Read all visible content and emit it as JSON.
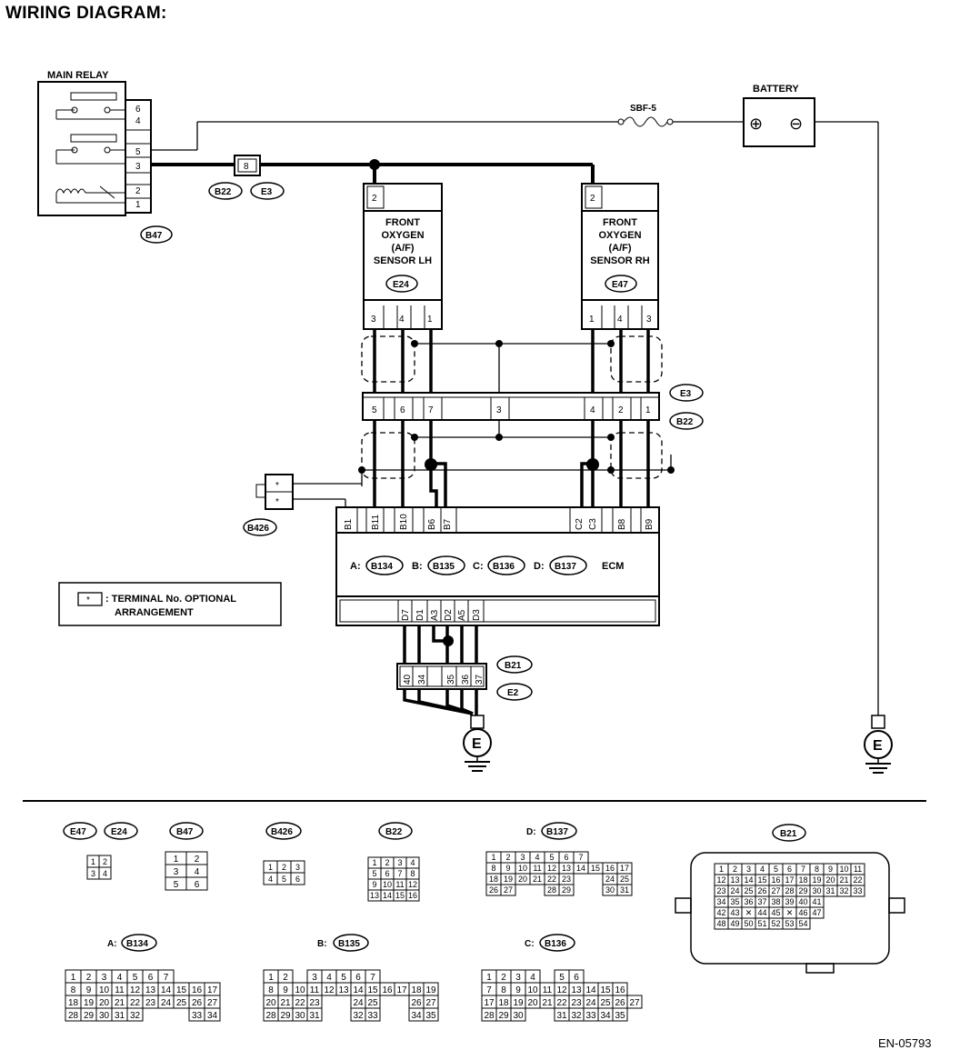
{
  "title": "WIRING DIAGRAM:",
  "footer_code": "EN-05793",
  "labels": {
    "main_relay": "MAIN RELAY",
    "battery": "BATTERY",
    "fuse": "SBF-5",
    "fuse_no": "8",
    "sensor_lh": [
      "FRONT",
      "OXYGEN",
      "(A/F)",
      "SENSOR LH"
    ],
    "sensor_rh": [
      "FRONT",
      "OXYGEN",
      "(A/F)",
      "SENSOR RH"
    ],
    "ecm": "ECM",
    "ground": "E",
    "plus": "⊕",
    "minus": "⊖",
    "note_symbol": "*",
    "note_line1": ": TERMINAL No. OPTIONAL",
    "note_line2": "ARRANGEMENT",
    "ecm_conn_prefixes": [
      "A:",
      "B:",
      "C:",
      "D:"
    ]
  },
  "connectors": {
    "B47": "B47",
    "B22": "B22",
    "E3": "E3",
    "E24": "E24",
    "E47": "E47",
    "B426": "B426",
    "B134": "B134",
    "B135": "B135",
    "B136": "B136",
    "B137": "B137",
    "B21": "B21",
    "E2": "E2"
  },
  "relay_pins": [
    "6",
    "4",
    "5",
    "3",
    "2",
    "1"
  ],
  "sensor_lh_pins": {
    "top": "2",
    "bottom": [
      "3",
      "4",
      "1"
    ]
  },
  "sensor_rh_pins": {
    "top": "2",
    "bottom": [
      "1",
      "4",
      "3"
    ]
  },
  "e3_pins": [
    "5",
    "6",
    "7",
    "3",
    "4",
    "2",
    "1"
  ],
  "ecm_top_pins": [
    "B1",
    "B11",
    "B10",
    "B6",
    "B7",
    "C2",
    "C3",
    "B8",
    "B9"
  ],
  "ecm_bottom_pins": [
    "D7",
    "D1",
    "A3",
    "D2",
    "A5",
    "D3"
  ],
  "b21_pins": [
    "40",
    "34",
    "35",
    "36",
    "37"
  ],
  "b426_pins": [
    "*",
    "*"
  ],
  "legend": {
    "sensor_face": [
      [
        "1",
        "2"
      ],
      [
        "3",
        "4"
      ]
    ],
    "b47_face": [
      [
        "1",
        "2"
      ],
      [
        "3",
        "4"
      ],
      [
        "5",
        "6"
      ]
    ],
    "b426_face": [
      [
        "1",
        "2",
        "3"
      ],
      [
        "4",
        "5",
        "6"
      ]
    ],
    "b22_face": [
      [
        "1",
        "2",
        "3",
        "4"
      ],
      [
        "5",
        "6",
        "7",
        "8"
      ],
      [
        "9",
        "10",
        "11",
        "12"
      ],
      [
        "13",
        "14",
        "15",
        "16"
      ]
    ],
    "b137_face": [
      [
        "1",
        "2",
        "3",
        "4",
        "5",
        "6",
        "7"
      ],
      [
        "8",
        "9",
        "10",
        "11",
        "12",
        "13",
        "14",
        "15",
        "16",
        "17"
      ],
      [
        "18",
        "19",
        "20",
        "21",
        "22",
        "23",
        "",
        "",
        "24",
        "25"
      ],
      [
        "26",
        "27",
        "",
        "",
        "28",
        "29",
        "",
        "",
        "30",
        "31"
      ]
    ],
    "b21_face": [
      [
        "1",
        "2",
        "3",
        "4",
        "5",
        "6",
        "7",
        "8",
        "9",
        "10",
        "11"
      ],
      [
        "12",
        "13",
        "14",
        "15",
        "16",
        "17",
        "18",
        "19",
        "20",
        "21",
        "22"
      ],
      [
        "23",
        "24",
        "25",
        "26",
        "27",
        "28",
        "29",
        "30",
        "31",
        "32",
        "33"
      ],
      [
        "34",
        "35",
        "36",
        "37",
        "38",
        "39",
        "40",
        "41"
      ],
      [
        "42",
        "43",
        "X",
        "44",
        "45",
        "X",
        "46",
        "47"
      ],
      [
        "48",
        "49",
        "50",
        "51",
        "52",
        "53",
        "54"
      ]
    ],
    "b134_face": [
      [
        "1",
        "2",
        "3",
        "4",
        "5",
        "6",
        "7"
      ],
      [
        "8",
        "9",
        "10",
        "11",
        "12",
        "13",
        "14",
        "15",
        "16",
        "17"
      ],
      [
        "18",
        "19",
        "20",
        "21",
        "22",
        "23",
        "24",
        "25",
        "26",
        "27"
      ],
      [
        "28",
        "29",
        "30",
        "31",
        "32",
        "",
        "",
        "",
        "33",
        "34"
      ]
    ],
    "b135_face": [
      [
        "1",
        "2",
        "",
        "3",
        "4",
        "5",
        "6",
        "7"
      ],
      [
        "8",
        "9",
        "10",
        "11",
        "12",
        "13",
        "14",
        "15",
        "16",
        "17",
        "18",
        "19"
      ],
      [
        "20",
        "21",
        "22",
        "23",
        "",
        "",
        "24",
        "25",
        "",
        "",
        "26",
        "27"
      ],
      [
        "28",
        "29",
        "30",
        "31",
        "",
        "",
        "32",
        "33",
        "",
        "",
        "34",
        "35"
      ]
    ],
    "b136_face": [
      [
        "1",
        "2",
        "3",
        "4",
        "",
        "5",
        "6"
      ],
      [
        "7",
        "8",
        "9",
        "10",
        "11",
        "12",
        "13",
        "14",
        "15",
        "16"
      ],
      [
        "17",
        "18",
        "19",
        "20",
        "21",
        "22",
        "23",
        "24",
        "25",
        "26",
        "27"
      ],
      [
        "28",
        "29",
        "30",
        "",
        "",
        "31",
        "32",
        "33",
        "34",
        "35"
      ]
    ]
  }
}
